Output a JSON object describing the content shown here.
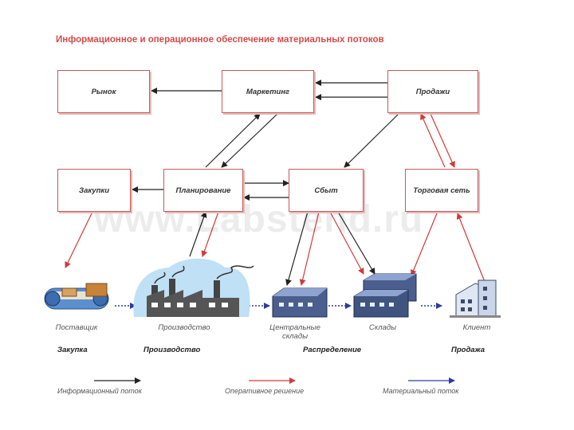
{
  "title": "Информационное и операционное обеспечение материальных потоков",
  "boxes": {
    "market": "Рынок",
    "marketing": "Маркетинг",
    "sales": "Продажи",
    "purchasing": "Закупки",
    "planning": "Планирование",
    "distribution": "Сбыт",
    "retail_network": "Торговая сеть"
  },
  "nodes": {
    "supplier": "Поставщик",
    "production": "Производство",
    "central_warehouses": "Центральные склады",
    "warehouses": "Склады",
    "client": "Клиент"
  },
  "stages": {
    "purchasing": "Закупка",
    "production": "Производство",
    "distribution": "Распределение",
    "sale": "Продажа"
  },
  "legend": {
    "info_flow": "Информационный поток",
    "operative_decision": "Оперативное решение",
    "material_flow": "Материальный поток"
  },
  "watermark": "www.Labstend.ru",
  "colors": {
    "info": "#222222",
    "operative": "#d23a3a",
    "material": "#2a3d9c",
    "box_border": "#c85a5a"
  }
}
